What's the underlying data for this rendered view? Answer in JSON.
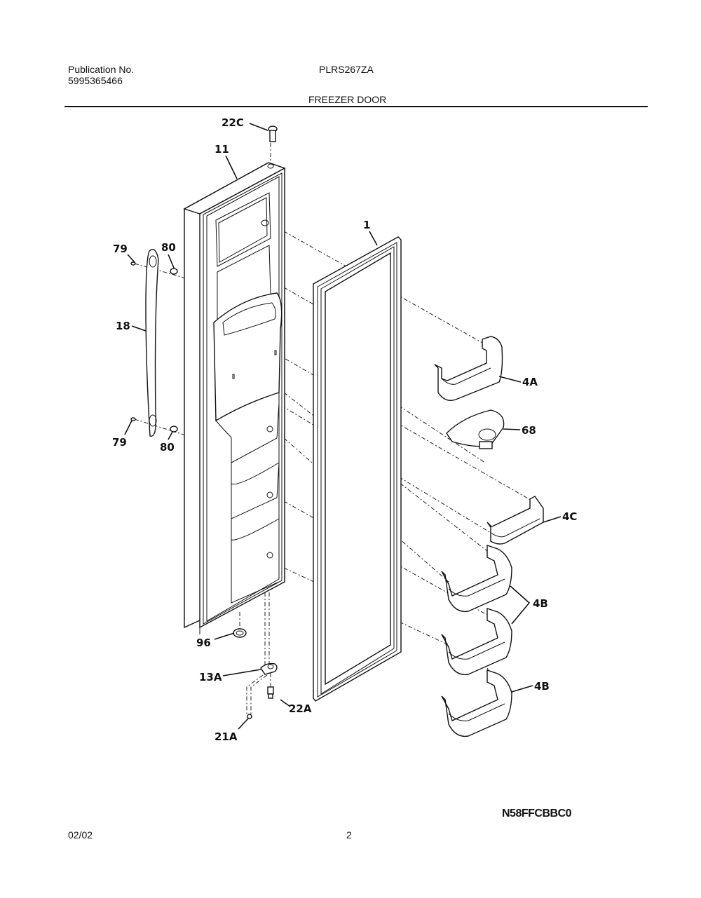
{
  "header": {
    "publication_label": "Publication No.",
    "publication_number": "5995365466",
    "model": "PLRS267ZA",
    "section_title": "FREEZER DOOR"
  },
  "diagram": {
    "title": "FREEZER DOOR exploded view",
    "callouts": {
      "c22C": "22C",
      "c11": "11",
      "c1": "1",
      "c79a": "79",
      "c80a": "80",
      "c18": "18",
      "c79b": "79",
      "c80b": "80",
      "c4A": "4A",
      "c68": "68",
      "c4C": "4C",
      "c4B_pair": "4B",
      "c4B_single": "4B",
      "c96": "96",
      "c13A": "13A",
      "c22A": "22A",
      "c21A": "21A"
    },
    "parts": [
      {
        "id": "1",
        "name": "door gasket"
      },
      {
        "id": "4A",
        "name": "door bin"
      },
      {
        "id": "4B",
        "name": "door bin",
        "count": 3
      },
      {
        "id": "4C",
        "name": "door bin"
      },
      {
        "id": "11",
        "name": "freezer door"
      },
      {
        "id": "13A",
        "name": "hinge bracket"
      },
      {
        "id": "18",
        "name": "door handle"
      },
      {
        "id": "21A",
        "name": "screw"
      },
      {
        "id": "22A",
        "name": "hinge pin"
      },
      {
        "id": "22C",
        "name": "hinge bushing"
      },
      {
        "id": "68",
        "name": "ice chute funnel"
      },
      {
        "id": "79",
        "name": "handle screw"
      },
      {
        "id": "80",
        "name": "handle mount"
      },
      {
        "id": "96",
        "name": "bushing"
      }
    ],
    "diagram_code": "N58FFCBBC0"
  },
  "footer": {
    "date": "02/02",
    "page": "2"
  }
}
